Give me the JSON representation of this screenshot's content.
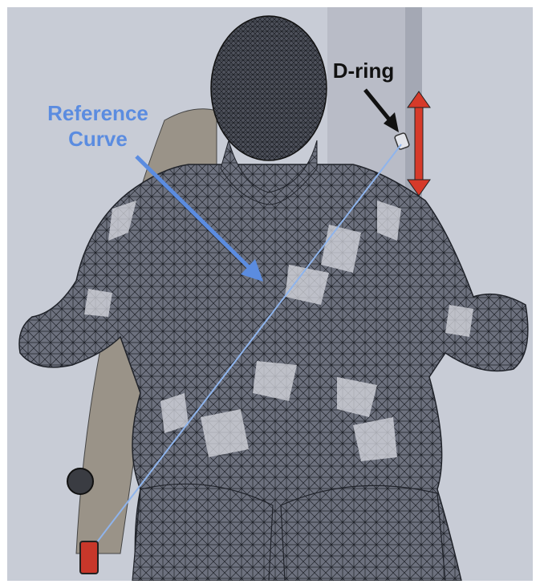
{
  "labels": {
    "reference_curve_line1": "Reference",
    "reference_curve_line2": "Curve",
    "d_ring": "D-ring"
  },
  "colors": {
    "background": "#c8ccd6",
    "pillar": "#b9bcc7",
    "mesh_fill": "#6d717e",
    "mesh_line": "#1f2229",
    "mesh_highlight": "#d9dbe2",
    "reference_label": "#5b8ce0",
    "reference_curve": "#8fb4ec",
    "d_ring_label": "#111111",
    "adjust_arrow": "#d63a2a",
    "buckle": "#c8372a"
  },
  "icons": {
    "adjust_arrow": "double-headed-vertical-arrow-icon",
    "buckle": "seat-belt-buckle-icon"
  }
}
